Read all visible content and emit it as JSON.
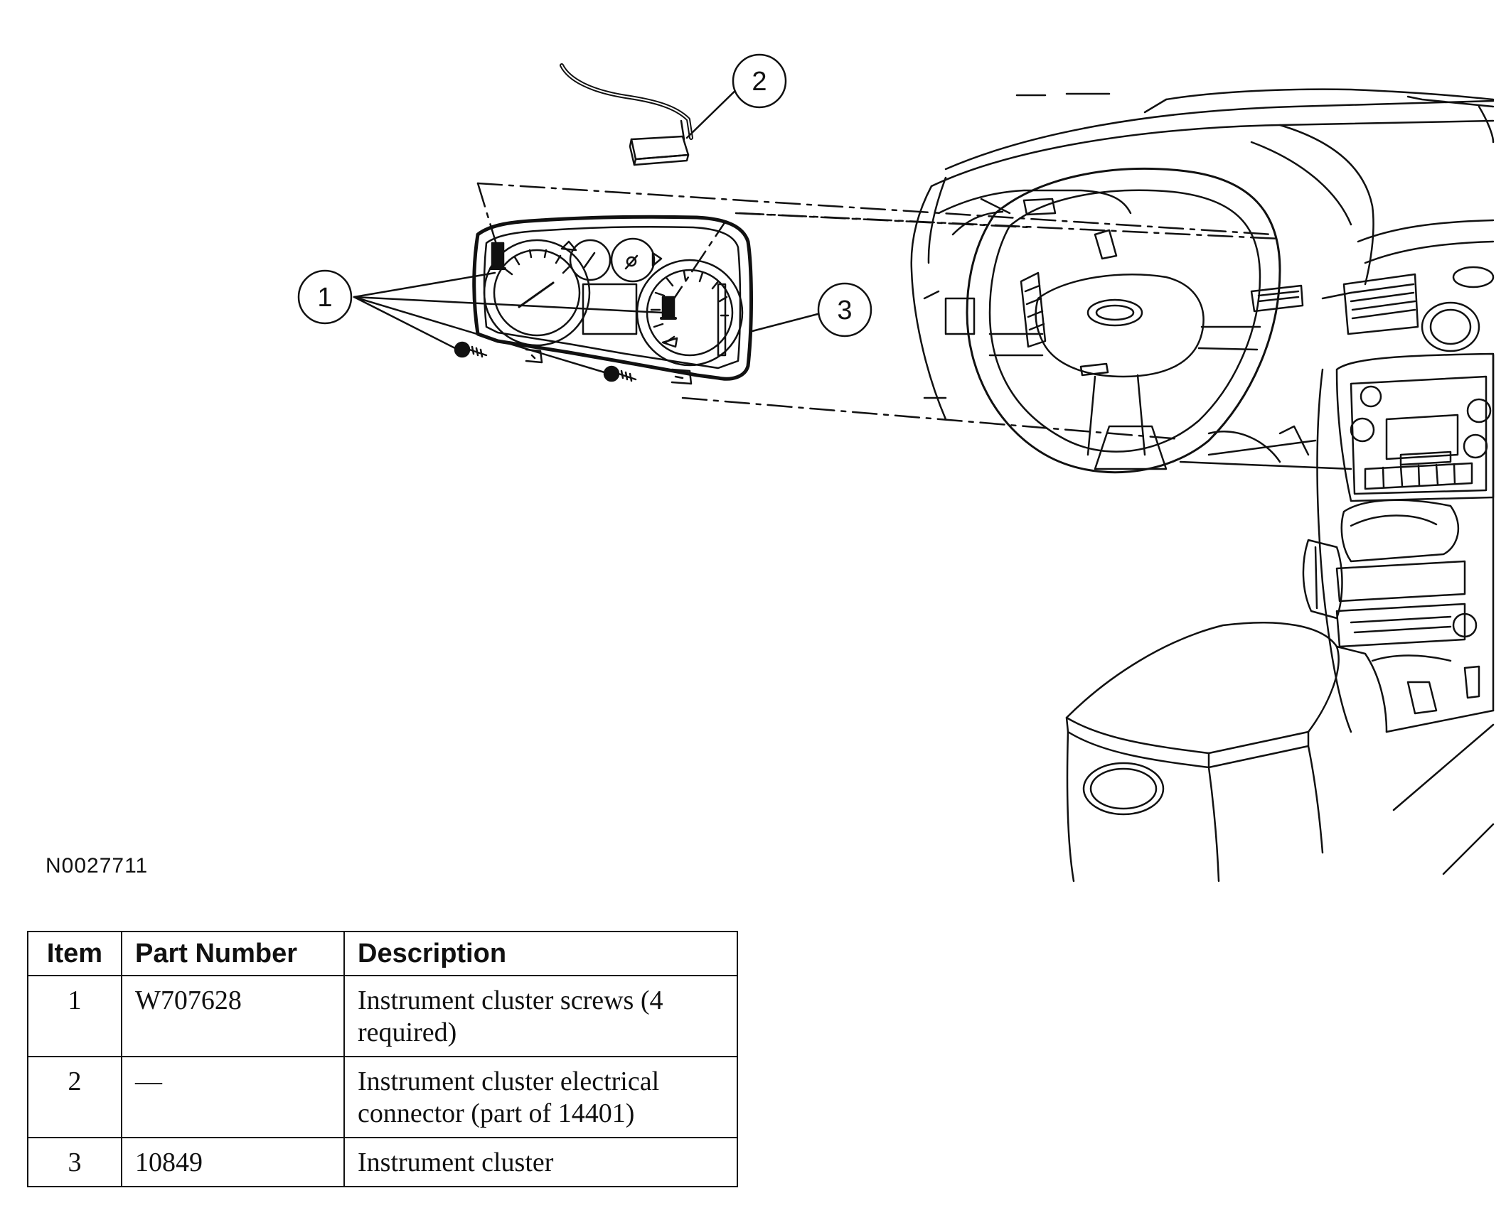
{
  "diagram": {
    "callouts": [
      {
        "number": "1"
      },
      {
        "number": "2"
      },
      {
        "number": "3"
      }
    ],
    "figure_id": "N0027711",
    "line_color": "#111111",
    "background": "#ffffff"
  },
  "table": {
    "headers": {
      "item": "Item",
      "part_number": "Part Number",
      "description": "Description"
    },
    "rows": [
      {
        "item": "1",
        "part_number": "W707628",
        "description": "Instrument cluster screws (4 required)"
      },
      {
        "item": "2",
        "part_number": "—",
        "description": "Instrument cluster electrical connector (part of 14401)"
      },
      {
        "item": "3",
        "part_number": "10849",
        "description": "Instrument cluster"
      }
    ]
  }
}
